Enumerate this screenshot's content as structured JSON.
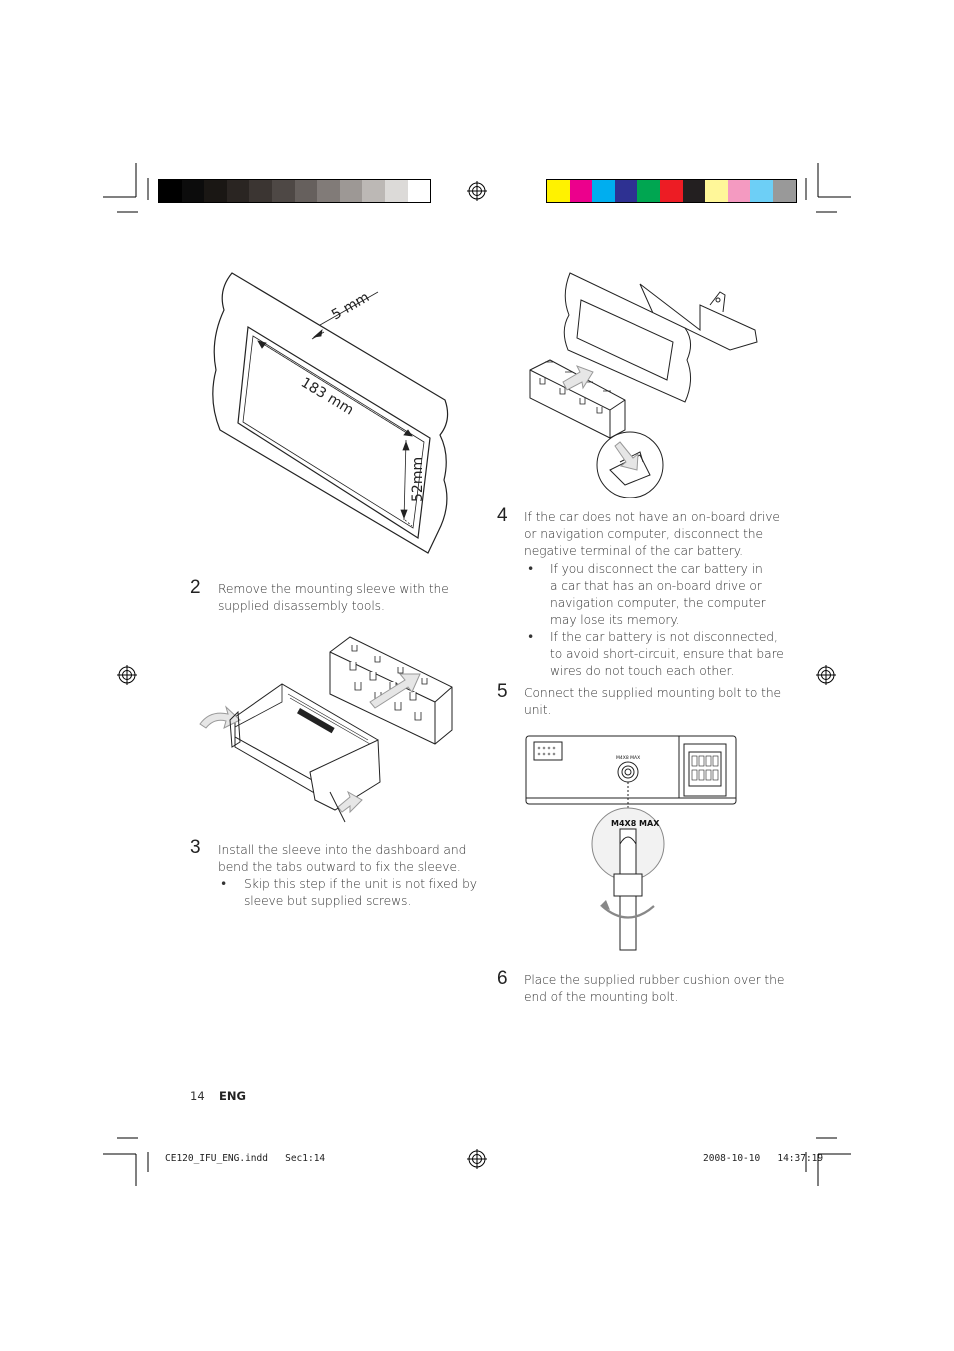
{
  "printer_marks": {
    "gray_swatches": [
      "#000000",
      "#0c0c0c",
      "#1a1714",
      "#2a2522",
      "#3b3532",
      "#4e4845",
      "#66605d",
      "#817b78",
      "#9d9895",
      "#bcb8b5",
      "#dcdad8",
      "#ffffff"
    ],
    "color_swatches": [
      "#fff200",
      "#ec008c",
      "#00aeef",
      "#2e3192",
      "#00a651",
      "#ed1c24",
      "#231f20",
      "#fff799",
      "#f49ac1",
      "#6dcff6",
      "#999999"
    ]
  },
  "figure1": {
    "dim_5mm": "5 mm",
    "dim_183mm": "183 mm",
    "dim_52mm": "52mm"
  },
  "figure_bolt": {
    "max_label": "M4X8 MAX",
    "small_label": "M4X8 MAX"
  },
  "steps": {
    "step2": {
      "number": "2",
      "lines": [
        "Remove the mounting sleeve with the",
        "supplied disassembly tools."
      ]
    },
    "step3": {
      "number": "3",
      "lines": [
        "Install the sleeve into the dashboard and",
        "bend the tabs outward to fix the sleeve."
      ],
      "bullets": [
        {
          "lines": [
            "Skip this step if the unit is not fixed by",
            "sleeve but supplied screws."
          ]
        }
      ]
    },
    "step4": {
      "number": "4",
      "lines": [
        "If the car does not have an on-board drive",
        "or navigation computer, disconnect the",
        "negative terminal of the car battery."
      ],
      "bullets": [
        {
          "lines": [
            "If you disconnect the car battery in",
            "a car that has an on-board drive or",
            "navigation computer, the computer",
            "may lose its memory."
          ]
        },
        {
          "lines": [
            "If the car battery is not disconnected,",
            "to avoid short-circuit, ensure that bare",
            "wires do not touch each other."
          ]
        }
      ]
    },
    "step5": {
      "number": "5",
      "lines": [
        "Connect the supplied mounting bolt to the",
        "unit."
      ]
    },
    "step6": {
      "number": "6",
      "lines": [
        "Place the supplied rubber cushion over the",
        "end of the mounting bolt."
      ]
    }
  },
  "footer": {
    "page_number": "14",
    "language": "ENG"
  },
  "slug": {
    "filename": "CE120_IFU_ENG.indd   Sec1:14",
    "datetime": "2008-10-10   14:37:19"
  }
}
